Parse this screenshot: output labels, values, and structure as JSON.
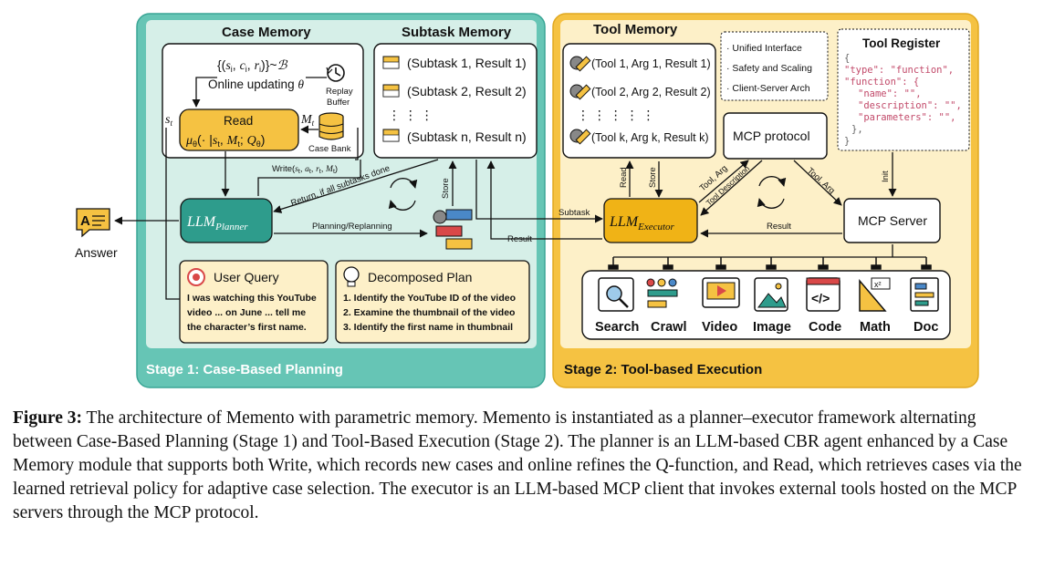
{
  "stage1": {
    "label": "Stage 1: Case-Based Planning",
    "case_memory": {
      "title": "Case Memory",
      "formula": "{(s_i, c_i, r_i)} ~ ℬ",
      "online_updating": "Online updating θ",
      "replay_buffer_1": "Replay",
      "replay_buffer_2": "Buffer",
      "read_label": "Read",
      "read_formula": "μ_θ(· | s_t, M_t; Q_θ)",
      "s_t": "s_t",
      "m_t": "M_t",
      "case_bank": "Case Bank",
      "write_label": "Write(s_t, a_t, r_t, M_t)"
    },
    "subtask_memory": {
      "title": "Subtask Memory",
      "rows": [
        "(Subtask 1, Result 1)",
        "(Subtask 2, Result 2)",
        "(Subtask n, Result n)"
      ]
    },
    "planner": "LLM_Planner",
    "answer": "Answer",
    "return_label": "Return, if all subtasks done",
    "planning_label": "Planning/Replanning",
    "store_label": "Store",
    "user_query": {
      "title": "User Query",
      "lines": [
        "I was watching this YouTube",
        "video ... on June ... tell me",
        "the character’s first name."
      ]
    },
    "decomposed_plan": {
      "title": "Decomposed Plan",
      "lines": [
        "1. Identify the YouTube ID of the video",
        "2. Examine the thumbnail of the video",
        "3. Identify the first name in thumbnail"
      ]
    }
  },
  "stage2": {
    "label": "Stage 2: Tool-based Execution",
    "tool_memory": {
      "title": "Tool Memory",
      "rows": [
        "(Tool 1, Arg 1, Result 1)",
        "(Tool 2, Arg 2, Result 2)",
        "(Tool k, Arg k, Result k)"
      ]
    },
    "features": [
      "· Unified Interface",
      "· Safety and Scaling",
      "· Client-Server Arch"
    ],
    "mcp_protocol": "MCP protocol",
    "tool_register": {
      "title": "Tool Register",
      "json_lines": [
        "{",
        "\"type\": \"function\",",
        "\"function\": {",
        "\"name\": \"\",",
        "\"description\": \"\",",
        "\"parameters\": \"\",",
        "},",
        "}"
      ]
    },
    "executor": "LLM_Executor",
    "mcp_server": "MCP Server",
    "read_label": "Read",
    "store_label": "Store",
    "tool_arg": "Tool, Arg",
    "tool_description": "Tool Description",
    "tool_arg_2": "Tool, Arg",
    "init_label": "Init",
    "result_label": "Result",
    "tools": [
      "Search",
      "Crawl",
      "Video",
      "Image",
      "Code",
      "Math",
      "Doc"
    ]
  },
  "subtask_label": "Subtask",
  "result_label": "Result",
  "caption": {
    "label": "Figure 3:",
    "text": "The architecture of Memento with parametric memory. Memento is instantiated as a planner–executor framework alternating between Case-Based Planning (Stage 1) and Tool-Based Execution (Stage 2). The planner is an LLM-based CBR agent enhanced by a Case Memory module that supports both Write, which records new cases and online refines the Q-function, and Read, which retrieves cases via the learned retrieval policy for adaptive case selection. The executor is an LLM-based MCP client that invokes external tools hosted on the MCP servers through the MCP protocol."
  },
  "colors": {
    "stage1_bg": "#66c5b5",
    "stage1_panel": "#d6efe8",
    "stage2_bg": "#f5c242",
    "stage2_panel": "#fdf0c8",
    "planner": "#2e9c8c",
    "executor": "#f0b316"
  }
}
